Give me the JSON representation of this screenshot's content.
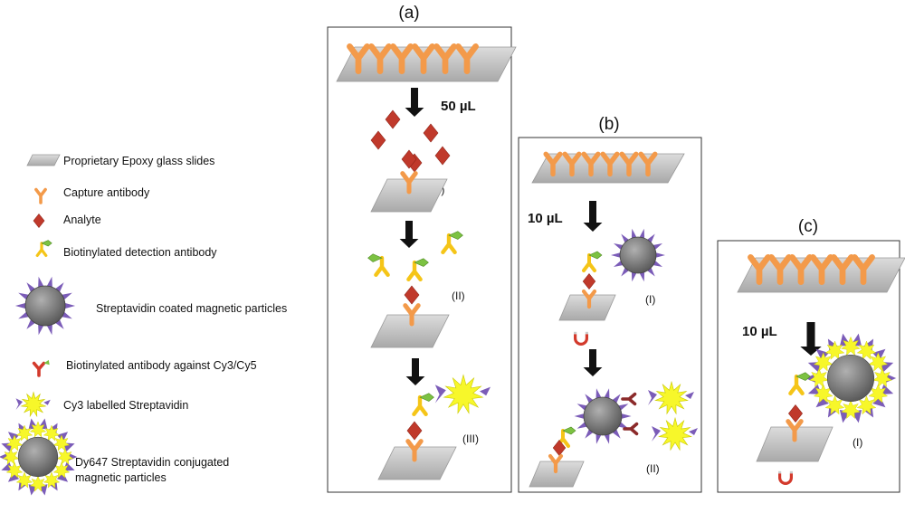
{
  "legend": {
    "items": [
      {
        "icon": "epoxy-slide-icon",
        "label": "Proprietary Epoxy glass slides"
      },
      {
        "icon": "capture-antibody-icon",
        "label": "Capture antibody"
      },
      {
        "icon": "analyte-icon",
        "label": "Analyte"
      },
      {
        "icon": "biotinylated-detection-antibody-icon",
        "label": "Biotinylated detection antibody"
      },
      {
        "icon": "streptavidin-magnetic-particle-icon",
        "label": "Streptavidin coated magnetic particles"
      },
      {
        "icon": "anti-cy-antibody-icon",
        "label": "Biotinylated antibody against Cy3/Cy5"
      },
      {
        "icon": "cy3-streptavidin-icon",
        "label": "Cy3 labelled Streptavidin"
      },
      {
        "icon": "dy647-particle-icon",
        "label": "Dy647 Streptavidin conjugated",
        "label2": "magnetic particles"
      }
    ]
  },
  "panels": {
    "a": {
      "title": "(a)",
      "volume": "50 µL",
      "steps": [
        "(I)",
        "(II)",
        "(III)"
      ]
    },
    "b": {
      "title": "(b)",
      "volume": "10 µL",
      "steps": [
        "(I)",
        "(II)"
      ]
    },
    "c": {
      "title": "(c)",
      "volume": "10 µL",
      "steps": [
        "(I)"
      ]
    }
  },
  "colors": {
    "antibody": "#f39a4a",
    "analyte": "#c0392b",
    "detection": "#f5c518",
    "biotin": "#7cc242",
    "particle": "#8a8a8a",
    "spike": "#7b5cb8",
    "cy3": "#f7f72a",
    "slide": "#c8c8c8",
    "magnet": "#d33a2c"
  }
}
